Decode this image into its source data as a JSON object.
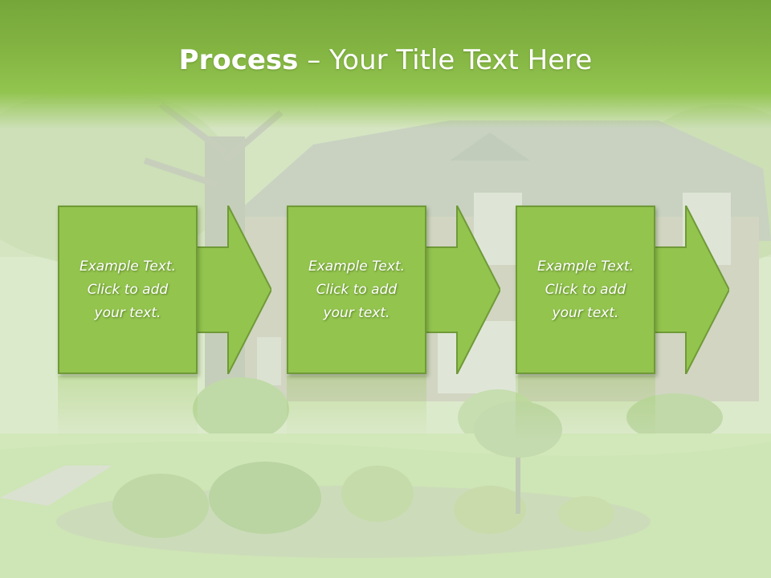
{
  "title": {
    "strong": "Process",
    "separator": " – ",
    "rest": "Your Title Text Here"
  },
  "steps": [
    {
      "line1": "Example Text.",
      "line2": "Click  to add",
      "line3": "your text."
    },
    {
      "line1": "Example Text.",
      "line2": "Click  to add",
      "line3": "your text."
    },
    {
      "line1": "Example Text.",
      "line2": "Click  to add",
      "line3": "your text."
    }
  ],
  "colors": {
    "header_green": "#86b744",
    "box_fill": "#93c44e",
    "box_border": "#6f9a37",
    "text": "#ffffff"
  },
  "icons": [
    "right-arrow-icon"
  ]
}
